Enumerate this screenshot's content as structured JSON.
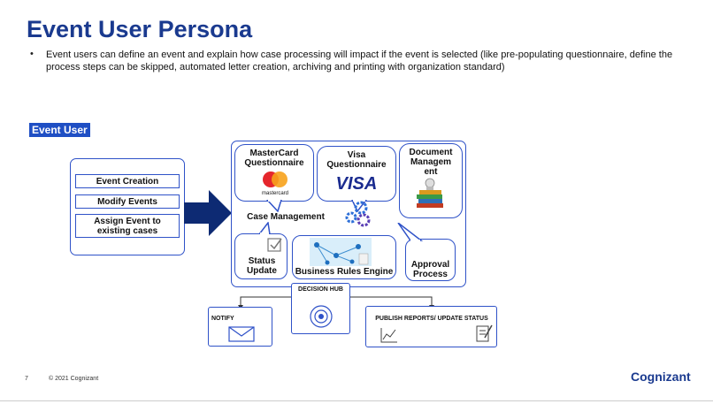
{
  "slide": {
    "title": "Event User Persona",
    "bullet": "Event users can define an event and explain how case processing will impact if the event is selected (like pre-populating questionnaire, define the process steps can be skipped, automated letter creation, archiving and printing with organization standard)",
    "section_label": "Event User"
  },
  "actions": [
    "Event Creation",
    "Modify Events",
    "Assign Event to existing cases"
  ],
  "modules": {
    "mastercard": "MasterCard Questionnaire",
    "mastercard_logo": "mastercard",
    "visa": "Visa Questionnaire",
    "visa_logo": "VISA",
    "document": "Document Managem ent",
    "case_management": "Case Management",
    "status_update": "Status Update",
    "business_rules": "Business Rules Engine",
    "approval": "Approval Process"
  },
  "hub": {
    "decision": "DECISION HUB",
    "notify": "NOTIFY",
    "publish": "PUBLISH REPORTS/ UPDATE STATUS"
  },
  "footer": {
    "page_number": "7",
    "copyright": "© 2021 Cognizant",
    "logo": "Cognizant"
  },
  "colors": {
    "title": "#1a3a8f",
    "accent": "#2f52c8",
    "arrow": "#0d2a73",
    "label_bg": "#1f4fc4"
  }
}
